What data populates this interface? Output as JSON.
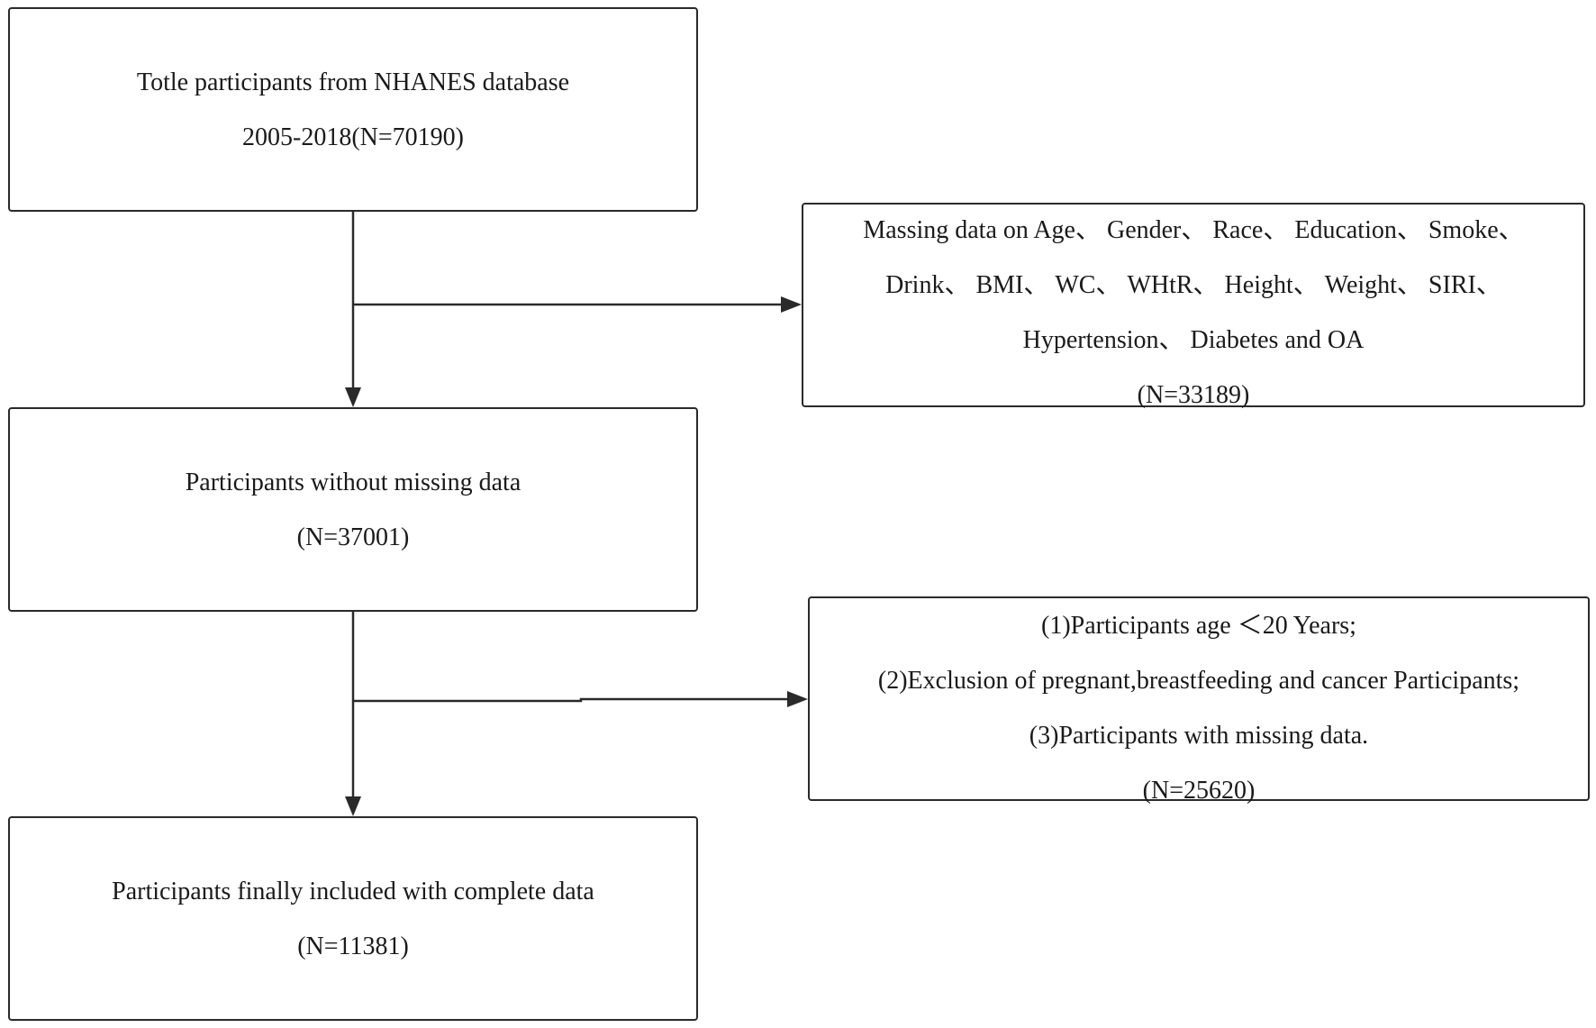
{
  "boxes": {
    "total": {
      "line1": "Totle participants from NHANES database",
      "line2": "2005-2018(N=70190)"
    },
    "without_missing": {
      "line1": "Participants without missing data",
      "line2": "(N=37001)"
    },
    "final": {
      "line1": "Participants finally included with complete data",
      "line2": "(N=11381)"
    }
  },
  "exclusions": {
    "missing": {
      "line1": "Massing data on Age、 Gender、 Race、 Education、 Smoke、",
      "line2": "Drink、 BMI、 WC、 WHtR、 Height、 Weight、 SIRI、",
      "line3": "Hypertension、 Diabetes and OA",
      "count": "(N=33189)"
    },
    "criteria": {
      "line1": "(1)Participants age ＜20 Years;",
      "line2": "(2)Exclusion of pregnant,breastfeeding and cancer Participants;",
      "line3": "(3)Participants with missing data.",
      "count": "(N=25620)"
    }
  },
  "colors": {
    "stroke": "#2a2a2a",
    "text": "#1a1a1a",
    "background": "#ffffff"
  }
}
